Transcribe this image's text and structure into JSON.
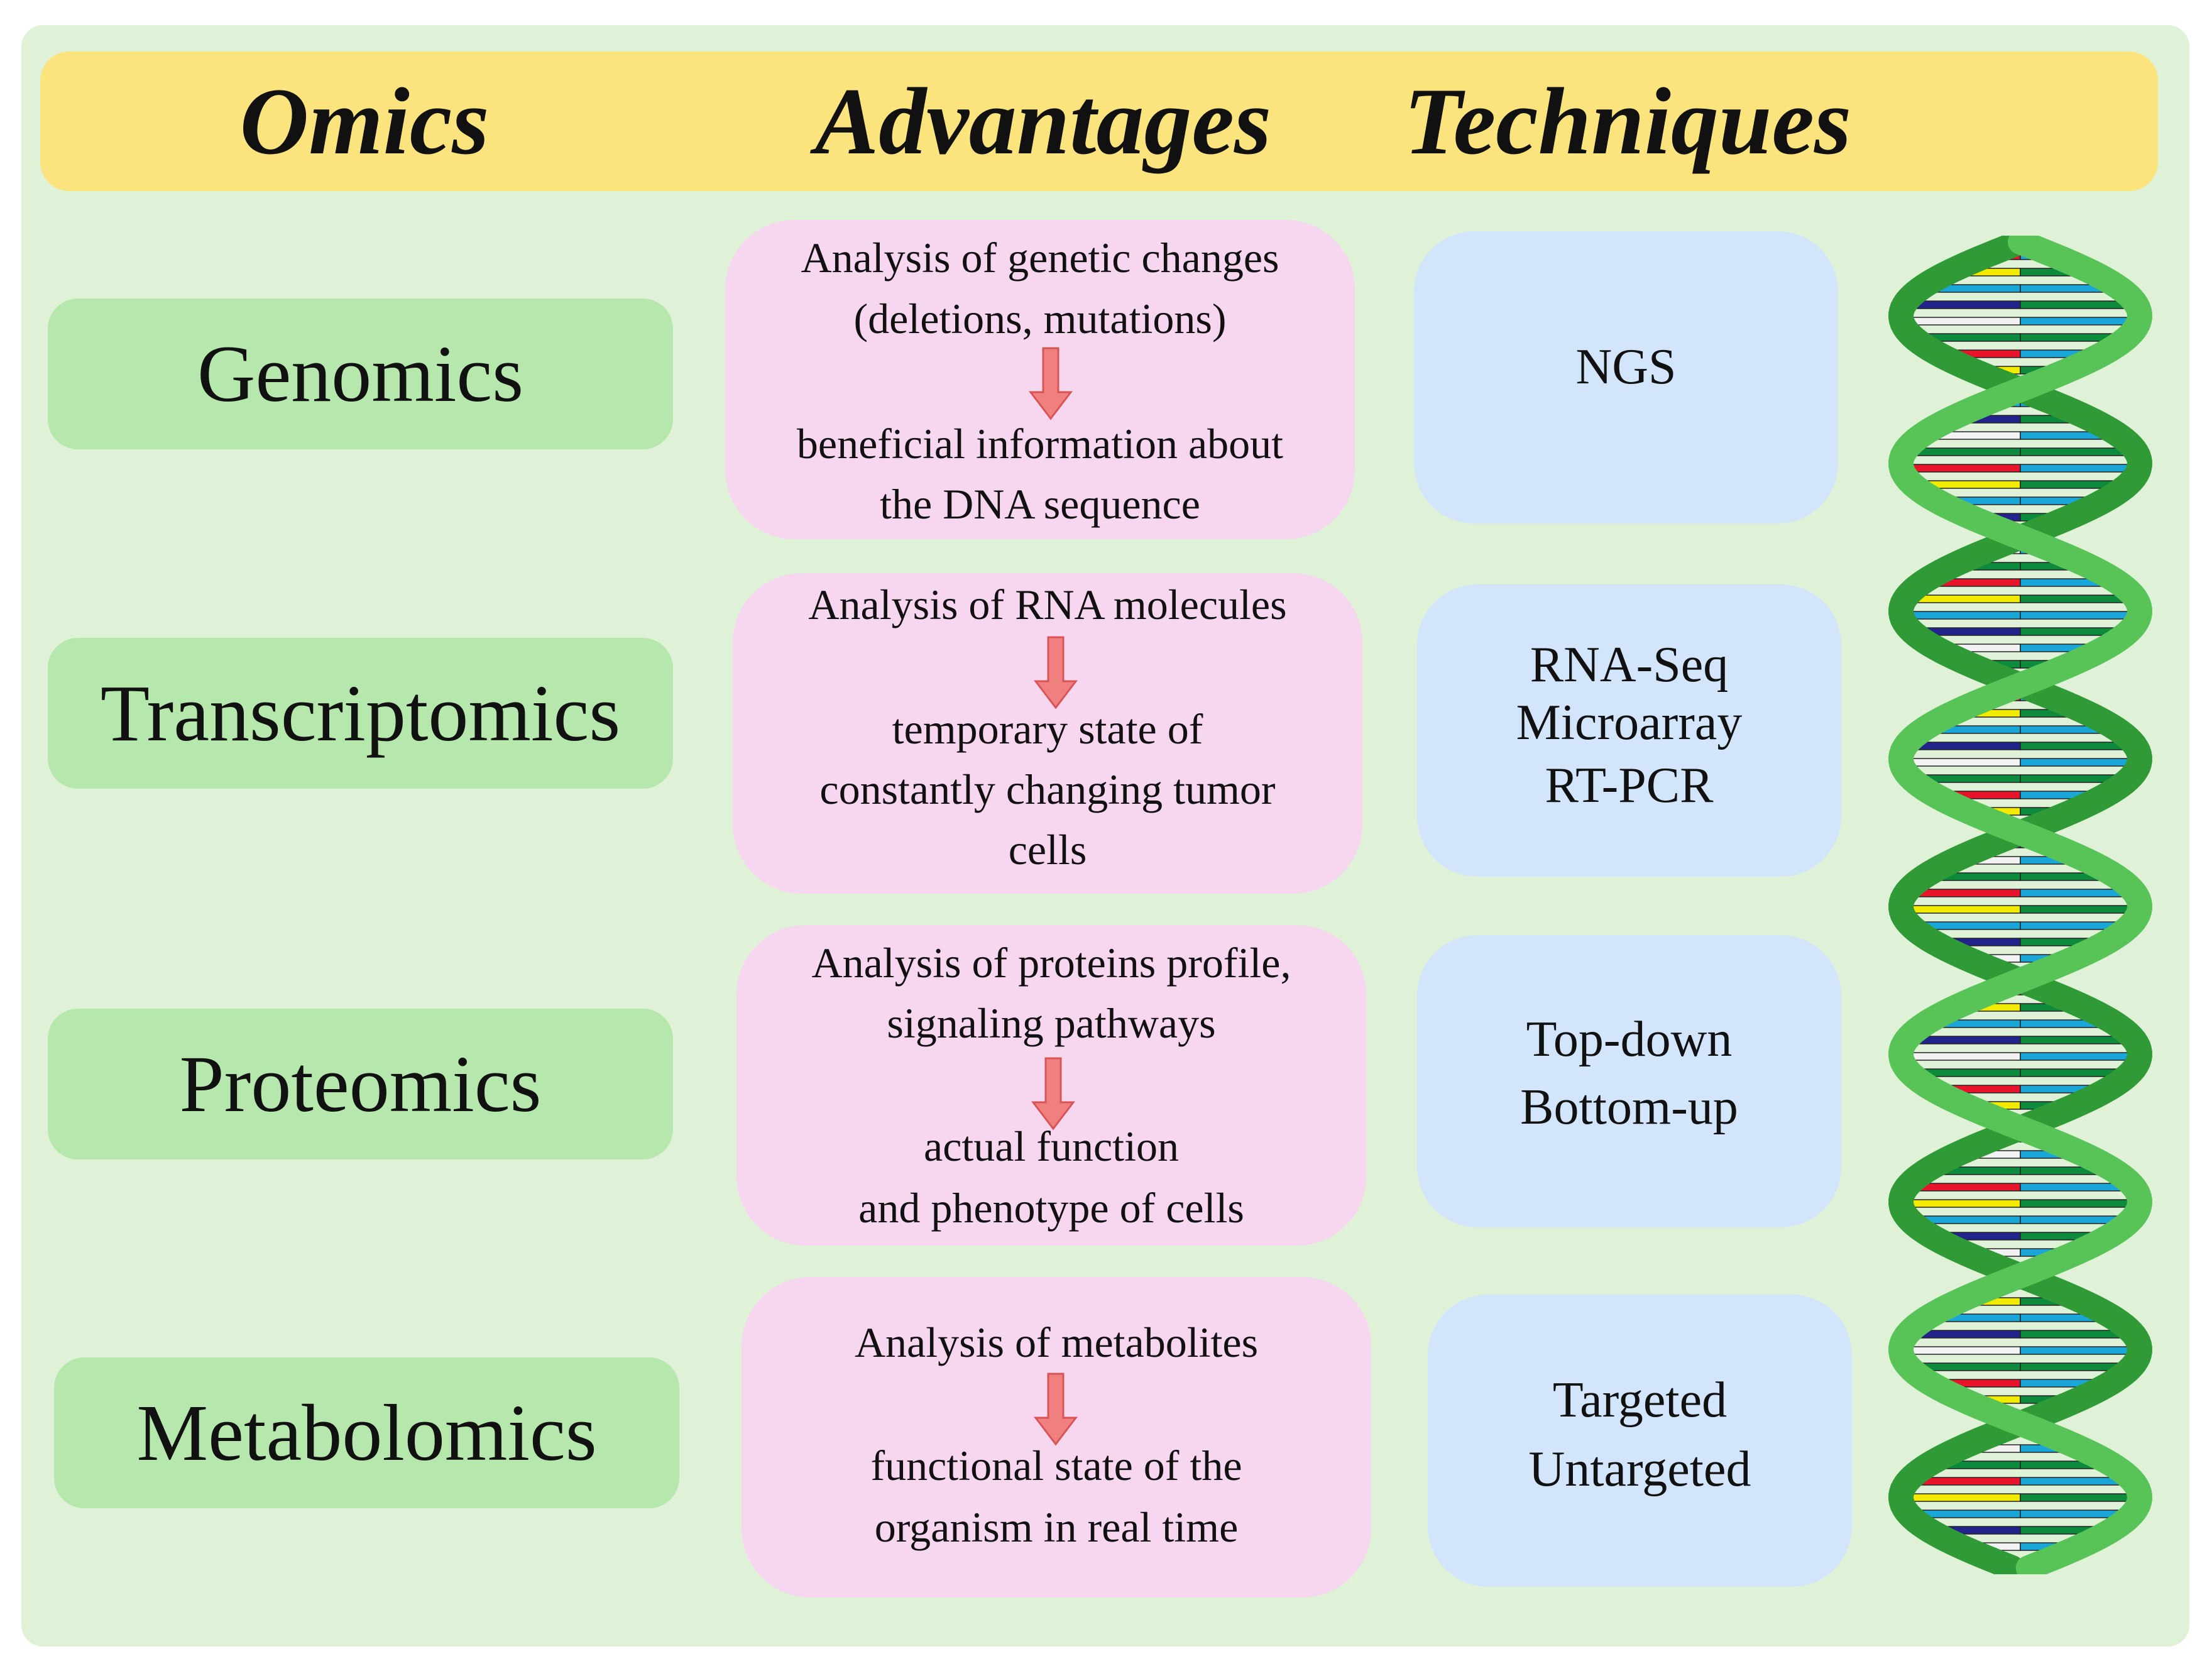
{
  "headers": {
    "omics": "Omics",
    "advantages": "Advantages",
    "techniques": "Techniques"
  },
  "rows": [
    {
      "omic": "Genomics",
      "advantage_lines": [
        "Analysis of genetic changes",
        "(deletions, mutations)"
      ],
      "result_lines": [
        "beneficial information about",
        "the DNA sequence"
      ],
      "techniques": [
        "NGS"
      ]
    },
    {
      "omic": "Transcriptomics",
      "advantage_lines": [
        "Analysis of RNA molecules"
      ],
      "result_lines": [
        "temporary state of",
        "constantly changing tumor",
        "cells"
      ],
      "techniques": [
        "RNA-Seq",
        "Microarray",
        "RT-PCR"
      ]
    },
    {
      "omic": "Proteomics",
      "advantage_lines": [
        "Analysis of proteins profile,",
        "signaling pathways"
      ],
      "result_lines": [
        "actual function",
        "and phenotype of cells"
      ],
      "techniques": [
        "Top-down",
        "Bottom-up"
      ]
    },
    {
      "omic": "Metabolomics",
      "advantage_lines": [
        "Analysis of metabolites"
      ],
      "result_lines": [
        "functional state of the",
        "organism in real time"
      ],
      "techniques": [
        "Targeted",
        "Untargeted"
      ]
    }
  ],
  "colors": {
    "panel": "#dff2d8",
    "header": "#fbe37e",
    "omic_box": "#b6e7ac",
    "advantage_box": "#f7d6f0",
    "technique_box": "#d2e5fb",
    "arrow": "#f07f7f",
    "dna_strand": "#58c458",
    "dna_strand_shade": "#2f9a36",
    "base_colors": [
      "#e8142c",
      "#f2ea00",
      "#1aa6d6",
      "#23238c",
      "#f2f2f2",
      "#0e8a3c"
    ]
  },
  "icons": {
    "arrow": "arrow-down-icon",
    "dna": "dna-double-helix-icon"
  }
}
